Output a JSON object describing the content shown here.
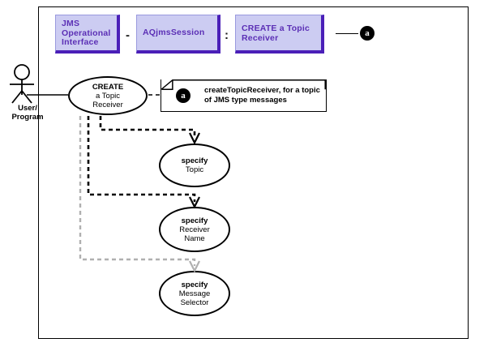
{
  "diagram": {
    "title_row": {
      "boxes": [
        {
          "name": "jms-operational-interface",
          "lines": [
            "JMS",
            "Operational",
            "Interface"
          ]
        },
        {
          "name": "aqjmssession",
          "lines": [
            "AQjmsSession"
          ]
        },
        {
          "name": "create-a-topic-receiver",
          "lines": [
            "CREATE a Topic",
            "Receiver"
          ]
        }
      ],
      "separator_1": "-",
      "separator_2": ":",
      "end_bullet": "a",
      "arrow": "right-arrow"
    },
    "actor": {
      "label_line1": "User/",
      "label_line2": "Program",
      "icon": "stick-figure-actor"
    },
    "main_usecase": {
      "line1": "CREATE",
      "line2": "a Topic",
      "line3": "Receiver"
    },
    "note": {
      "bullet": "a",
      "text": "createTopicReceiver, for a topic\nof JMS type messages"
    },
    "usecases": [
      {
        "line1": "specify",
        "line2": "Topic",
        "line3": ""
      },
      {
        "line1": "specify",
        "line2": "Receiver",
        "line3": "Name"
      },
      {
        "line1": "specify",
        "line2": "Message",
        "line3": "Selector"
      }
    ],
    "colors": {
      "box_fill": "#ccccf2",
      "box_border_dark": "#4a1fb8",
      "box_border_light": "#9a9ade",
      "box_text": "#5b2fb5",
      "line_black": "#000000",
      "line_gray": "#b0b0b0",
      "background": "#ffffff"
    }
  }
}
